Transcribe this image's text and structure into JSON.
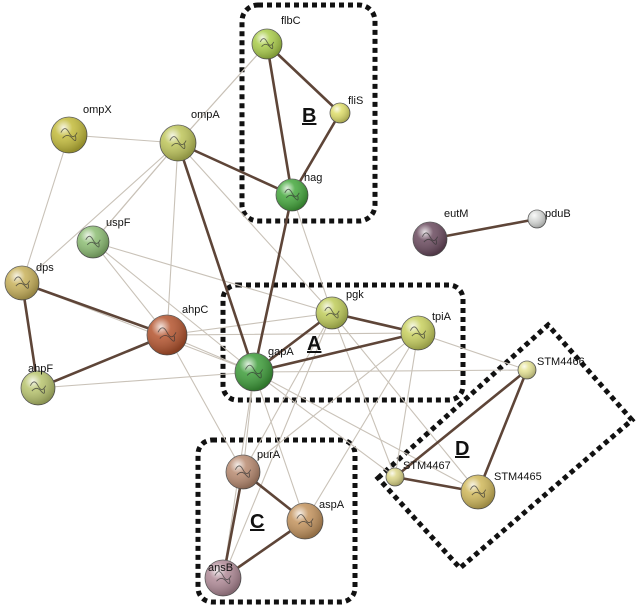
{
  "nodes": [
    {
      "id": "flbC",
      "label": "flbC",
      "color": "#aacd4a"
    },
    {
      "id": "fliS",
      "label": "fliS",
      "color": "#dedd6a"
    },
    {
      "id": "hag",
      "label": "hag",
      "color": "#45a83d"
    },
    {
      "id": "ompX",
      "label": "ompX",
      "color": "#c3bb3a"
    },
    {
      "id": "ompA",
      "label": "ompA",
      "color": "#bec55a"
    },
    {
      "id": "eutM",
      "label": "eutM",
      "color": "#6a4a5e"
    },
    {
      "id": "pduB",
      "label": "pduB",
      "color": "#d9dbd9"
    },
    {
      "id": "uspF",
      "label": "uspF",
      "color": "#8cbd73"
    },
    {
      "id": "dps",
      "label": "dps",
      "color": "#c8b15a"
    },
    {
      "id": "pgk",
      "label": "pgk",
      "color": "#bfcc5a"
    },
    {
      "id": "tpiA",
      "label": "tpiA",
      "color": "#c8d05e"
    },
    {
      "id": "ahpC",
      "label": "ahpC",
      "color": "#b4542e"
    },
    {
      "id": "gapA",
      "label": "gapA",
      "color": "#3e9d3a"
    },
    {
      "id": "ahpF",
      "label": "ahpF",
      "color": "#b8c46e"
    },
    {
      "id": "STM4466",
      "label": "STM4466",
      "color": "#e5e394"
    },
    {
      "id": "purA",
      "label": "purA",
      "color": "#b88a70"
    },
    {
      "id": "aspA",
      "label": "aspA",
      "color": "#c3935d"
    },
    {
      "id": "STM4467",
      "label": "STM4467",
      "color": "#dcd688"
    },
    {
      "id": "STM4465",
      "label": "STM4465",
      "color": "#d0b85a"
    },
    {
      "id": "ansB",
      "label": "ansB",
      "color": "#b08a97"
    }
  ],
  "edges_strong": [
    [
      "flbC",
      "hag"
    ],
    [
      "flbC",
      "fliS"
    ],
    [
      "fliS",
      "hag"
    ],
    [
      "ompA",
      "hag"
    ],
    [
      "hag",
      "gapA"
    ],
    [
      "eutM",
      "pduB"
    ],
    [
      "dps",
      "ahpC"
    ],
    [
      "dps",
      "ahpF"
    ],
    [
      "ahpF",
      "ahpC"
    ],
    [
      "ompA",
      "gapA"
    ],
    [
      "pgk",
      "tpiA"
    ],
    [
      "pgk",
      "gapA"
    ],
    [
      "gapA",
      "tpiA"
    ],
    [
      "STM4467",
      "STM4465"
    ],
    [
      "STM4465",
      "STM4466"
    ],
    [
      "STM4467",
      "STM4466"
    ],
    [
      "purA",
      "aspA"
    ],
    [
      "purA",
      "ansB"
    ],
    [
      "aspA",
      "ansB"
    ]
  ],
  "edges_weak": [
    [
      "ompX",
      "ompA"
    ],
    [
      "ompX",
      "dps"
    ],
    [
      "ompA",
      "dps"
    ],
    [
      "ompA",
      "uspF"
    ],
    [
      "ompA",
      "ahpC"
    ],
    [
      "ompA",
      "flbC"
    ],
    [
      "ompA",
      "pgk"
    ],
    [
      "uspF",
      "gapA"
    ],
    [
      "uspF",
      "pgk"
    ],
    [
      "uspF",
      "ahpC"
    ],
    [
      "dps",
      "gapA"
    ],
    [
      "ahpC",
      "gapA"
    ],
    [
      "ahpC",
      "tpiA"
    ],
    [
      "ahpC",
      "pgk"
    ],
    [
      "gapA",
      "STM4466"
    ],
    [
      "gapA",
      "STM4467"
    ],
    [
      "gapA",
      "purA"
    ],
    [
      "gapA",
      "aspA"
    ],
    [
      "gapA",
      "ansB"
    ],
    [
      "pgk",
      "purA"
    ],
    [
      "pgk",
      "STM4467"
    ],
    [
      "tpiA",
      "STM4467"
    ],
    [
      "tpiA",
      "STM4466"
    ],
    [
      "tpiA",
      "purA"
    ],
    [
      "pgk",
      "ansB"
    ],
    [
      "tpiA",
      "aspA"
    ],
    [
      "hag",
      "pgk"
    ],
    [
      "ahpC",
      "purA"
    ],
    [
      "ompA",
      "uspF"
    ],
    [
      "flbC",
      "ompA"
    ],
    [
      "pgk",
      "STM4465"
    ],
    [
      "gapA",
      "STM4465"
    ],
    [
      "ompA",
      "hag"
    ],
    [
      "ahpF",
      "gapA"
    ]
  ],
  "clusters": [
    {
      "id": "A",
      "label": "A"
    },
    {
      "id": "B",
      "label": "B"
    },
    {
      "id": "C",
      "label": "C"
    },
    {
      "id": "D",
      "label": "D"
    }
  ]
}
